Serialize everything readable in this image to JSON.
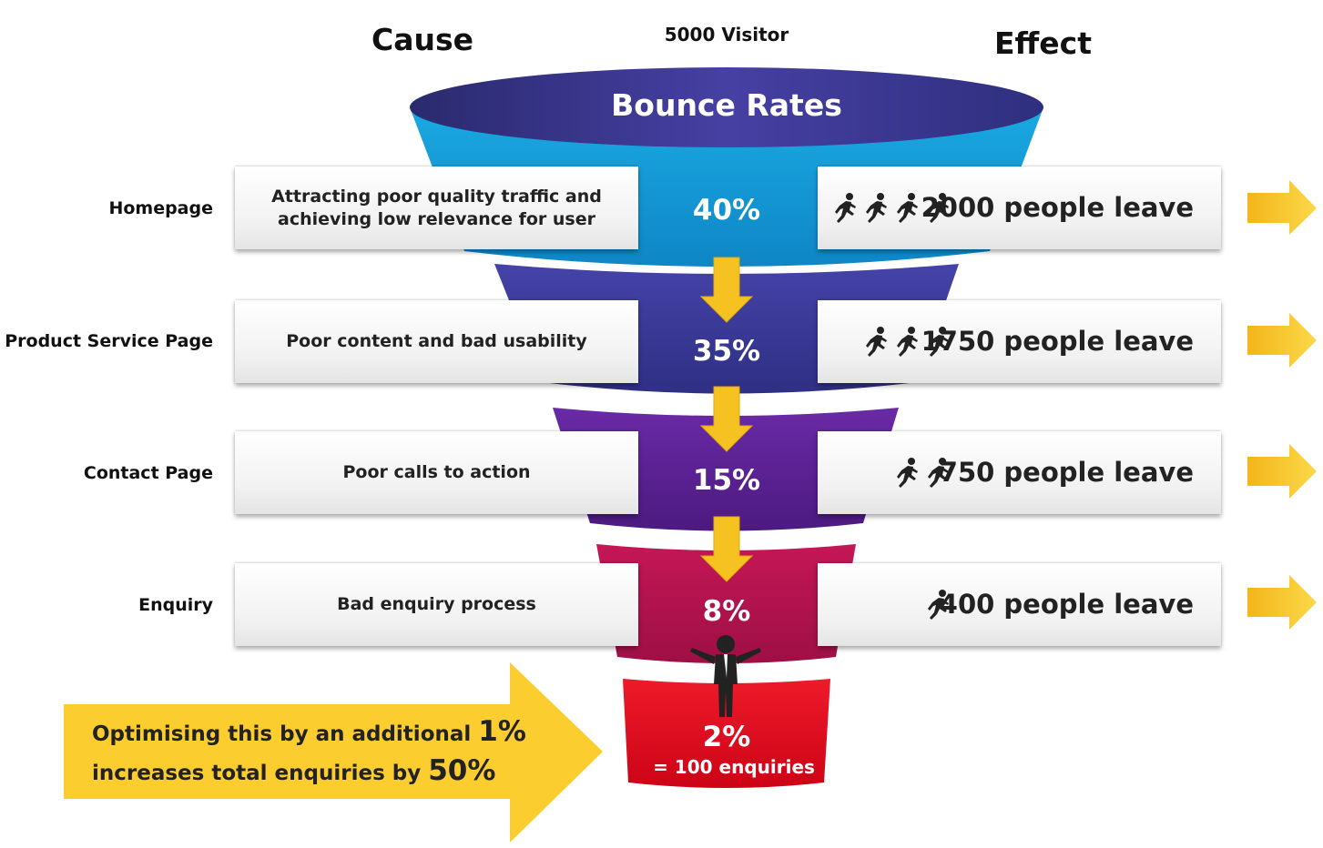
{
  "header": {
    "cause": "Cause",
    "visitors": "5000 Visitor",
    "effect": "Effect"
  },
  "funnel": {
    "title": "Bounce Rates",
    "colors": {
      "top": "#15a0da",
      "stage2": "#3a3a9a",
      "stage3": "#5a1e8e",
      "stage4": "#b0124e",
      "bottom": "#e3061c",
      "arrow": "#f5c222"
    }
  },
  "stages": [
    {
      "label": "Homepage",
      "cause": "Attracting poor quality traffic and achieving low relevance for user",
      "rate": "40%",
      "effect": "2000 people leave",
      "runners": 4
    },
    {
      "label": "Product Service Page",
      "cause": "Poor content and bad usability",
      "rate": "35%",
      "effect": "1750 people leave",
      "runners": 3
    },
    {
      "label": "Contact Page",
      "cause": "Poor calls to action",
      "rate": "15%",
      "effect": "750 people leave",
      "runners": 2
    },
    {
      "label": "Enquiry",
      "cause": "Bad enquiry process",
      "rate": "8%",
      "effect": "400 people leave",
      "runners": 1
    }
  ],
  "result": {
    "rate": "2%",
    "detail": "= 100 enquiries"
  },
  "callout": {
    "line1_prefix": "Optimising this by an additional",
    "line1_value": "1%",
    "line2_prefix": "increases total enquiries by",
    "line2_value": "50%"
  }
}
